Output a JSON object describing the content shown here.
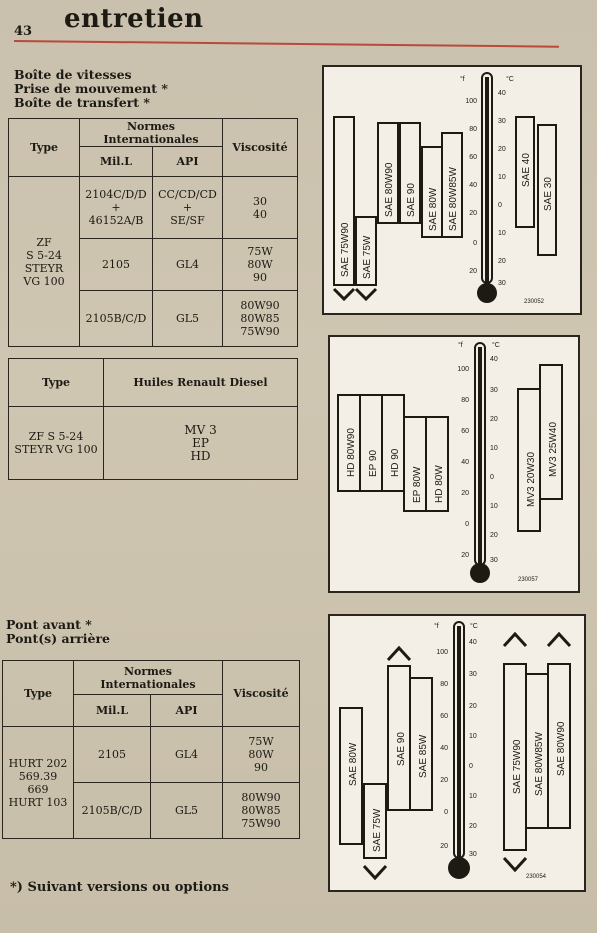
{
  "header": {
    "page_number": "43",
    "title": "entretien"
  },
  "section1": {
    "heading": [
      "Boîte de vitesses",
      "Prise de mouvement *",
      "Boîte de transfert *"
    ],
    "table1": {
      "type_header": "Type",
      "normes_header": "Normes Internationales",
      "mil_header": "Mil.L",
      "api_header": "API",
      "viscosite_header": "Viscosité",
      "type_value": [
        "ZF",
        "S 5-24",
        "STEYR",
        "VG 100"
      ],
      "rows": [
        {
          "mil": [
            "2104C/D/D +",
            "46152A/B"
          ],
          "api": [
            "CC/CD/CD +",
            "SE/SF"
          ],
          "visc": [
            "30",
            "40"
          ]
        },
        {
          "mil": [
            "2105"
          ],
          "api": [
            "GL4"
          ],
          "visc": [
            "75W",
            "80W",
            "90"
          ]
        },
        {
          "mil": [
            "2105B/C/D"
          ],
          "api": [
            "GL5"
          ],
          "visc": [
            "80W90",
            "80W85",
            "75W90"
          ]
        }
      ]
    },
    "table2": {
      "type_header": "Type",
      "huiles_header": "Huiles Renault Diesel",
      "type_value": [
        "ZF S 5-24",
        "STEYR VG 100"
      ],
      "huiles_value": [
        "MV 3",
        "EP",
        "HD"
      ]
    }
  },
  "section2": {
    "heading": [
      "Pont avant *",
      "Pont(s) arrière"
    ],
    "table3": {
      "type_header": "Type",
      "normes_header": "Normes Internationales",
      "mil_header": "Mil.L",
      "api_header": "API",
      "viscosite_header": "Viscosité",
      "type_value": [
        "HURT 202",
        "569.39",
        "669",
        "HURT 103"
      ],
      "rows": [
        {
          "mil": [
            "2105"
          ],
          "api": [
            "GL4"
          ],
          "visc": [
            "75W",
            "80W",
            "90"
          ]
        },
        {
          "mil": [
            "2105B/C/D"
          ],
          "api": [
            "GL5"
          ],
          "visc": [
            "80W90",
            "80W85",
            "75W90"
          ]
        }
      ]
    }
  },
  "charts": [
    {
      "code": "230052",
      "unit_f": "°f",
      "unit_c": "°C",
      "f_ticks": [
        "100",
        "80",
        "60",
        "40",
        "20",
        "0",
        "20"
      ],
      "c_ticks": [
        "40",
        "30",
        "20",
        "10",
        "0",
        "10",
        "20",
        "30"
      ],
      "bars": [
        "SAE 75W90",
        "SAE 75W",
        "SAE 80W90",
        "SAE 90",
        "SAE 80W",
        "SAE 80W85W",
        "SAE 40",
        "SAE 30"
      ]
    },
    {
      "code": "230057",
      "unit_f": "°f",
      "unit_c": "°C",
      "f_ticks": [
        "100",
        "80",
        "60",
        "40",
        "20",
        "0",
        "20"
      ],
      "c_ticks": [
        "40",
        "30",
        "20",
        "10",
        "0",
        "10",
        "20",
        "30"
      ],
      "bars": [
        "HD 80W90",
        "EP 90",
        "HD 90",
        "EP 80W",
        "HD 80W",
        "MV3 20W30",
        "MV3 25W40"
      ]
    },
    {
      "code": "230054",
      "unit_f": "°f",
      "unit_c": "°C",
      "f_ticks": [
        "100",
        "80",
        "60",
        "40",
        "20",
        "0",
        "20"
      ],
      "c_ticks": [
        "40",
        "30",
        "20",
        "10",
        "0",
        "10",
        "20",
        "30"
      ],
      "bars": [
        "SAE 80W",
        "SAE 75W",
        "SAE 90",
        "SAE 85W",
        "SAE 75W90",
        "SAE 80W85W",
        "SAE 80W90"
      ]
    }
  ],
  "footnote": "*) Suivant versions ou options"
}
